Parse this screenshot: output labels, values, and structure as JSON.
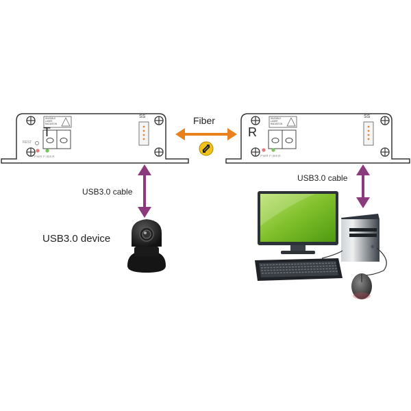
{
  "transmitter": {
    "letter": "T",
    "reset_label": "REST",
    "led_labels": [
      "PWR",
      "FIBER"
    ],
    "warning_label": [
      "INVISIBLE",
      "LASER",
      "RADIATION"
    ],
    "usb_symbol": "SS",
    "led_colors": [
      "#e07a7a",
      "#7ac25a"
    ]
  },
  "receiver": {
    "letter": "R",
    "led_labels": [
      "PWR",
      "FIBER"
    ],
    "warning_label": [
      "INVISIBLE",
      "LASER",
      "RADIATION"
    ],
    "usb_symbol": "SS",
    "led_colors": [
      "#e07a7a",
      "#7ac25a"
    ]
  },
  "link": {
    "label": "Fiber",
    "arrow_color": "#e8801e",
    "badge_color": "#f2c21a"
  },
  "left_connection": {
    "label": "USB3.0 cable",
    "arrow_color": "#8b3a7e",
    "device_label": "USB3.0  device"
  },
  "right_connection": {
    "label": "USB3.0 cable",
    "arrow_color": "#8b3a7e"
  },
  "colors": {
    "box_stroke": "#333333",
    "screen_green": "#8cc63f"
  }
}
